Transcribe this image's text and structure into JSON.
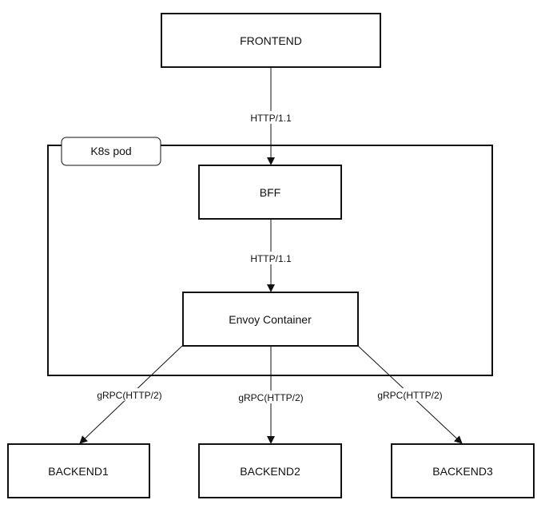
{
  "diagram": {
    "pod_label": "K8s pod",
    "nodes": {
      "frontend": "FRONTEND",
      "bff": "BFF",
      "envoy": "Envoy Container",
      "backend1": "BACKEND1",
      "backend2": "BACKEND2",
      "backend3": "BACKEND3"
    },
    "edges": {
      "frontend_bff": "HTTP/1.1",
      "bff_envoy": "HTTP/1.1",
      "envoy_backend1": "gRPC(HTTP/2)",
      "envoy_backend2": "gRPC(HTTP/2)",
      "envoy_backend3": "gRPC(HTTP/2)"
    }
  }
}
